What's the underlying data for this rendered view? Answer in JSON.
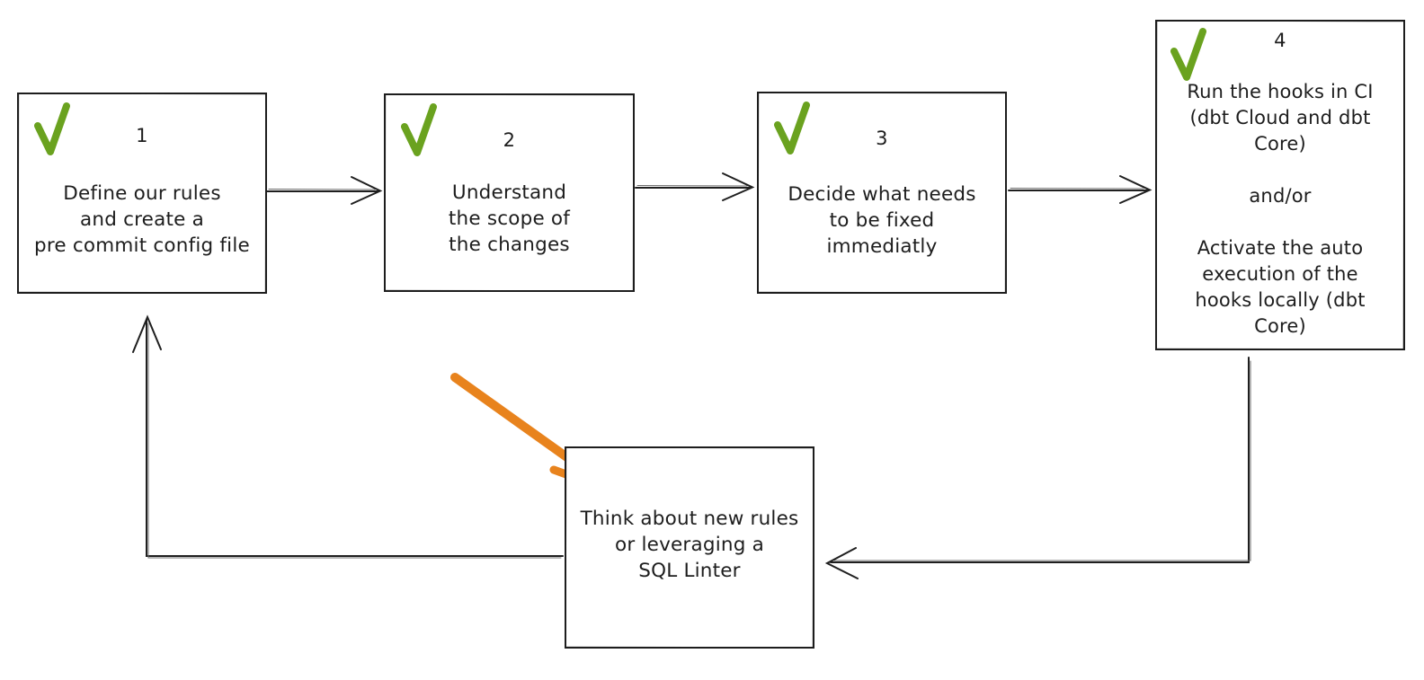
{
  "colors": {
    "check_green": "#6aa21f",
    "arrow_orange": "#e8831d",
    "line_black": "#1f1f1f",
    "background": "#ffffff"
  },
  "icons": {
    "checkmark_icon": "✓",
    "arrow_right_icon": "→",
    "arrow_left_icon": "←",
    "arrow_up_icon": "↑",
    "arrow_down_right_icon": "↘"
  },
  "diagram": {
    "steps": [
      {
        "number": "1",
        "checked": true,
        "text": "Define our rules\nand create a\npre commit config file"
      },
      {
        "number": "2",
        "checked": true,
        "text": "Understand\nthe scope of\nthe changes"
      },
      {
        "number": "3",
        "checked": true,
        "text": "Decide what needs\nto be fixed\nimmediatly"
      },
      {
        "number": "4",
        "checked": true,
        "text": "Run the hooks in CI\n(dbt Cloud and dbt\nCore)\n\nand/or\n\nActivate the auto\nexecution of the\nhooks locally (dbt\nCore)"
      }
    ],
    "feedback_node": {
      "text": "Think about new rules\nor leveraging a\nSQL Linter"
    },
    "connections": [
      {
        "from": "step-1",
        "to": "step-2",
        "style": "open-arrow"
      },
      {
        "from": "step-2",
        "to": "step-3",
        "style": "open-arrow"
      },
      {
        "from": "step-3",
        "to": "step-4",
        "style": "open-arrow"
      },
      {
        "from": "step-4",
        "to": "feedback-node",
        "style": "open-arrow-elbow"
      },
      {
        "from": "feedback-node",
        "to": "step-1",
        "style": "open-arrow-elbow"
      },
      {
        "from": "annotation",
        "to": "feedback-node",
        "style": "orange-highlight-arrow"
      }
    ]
  }
}
